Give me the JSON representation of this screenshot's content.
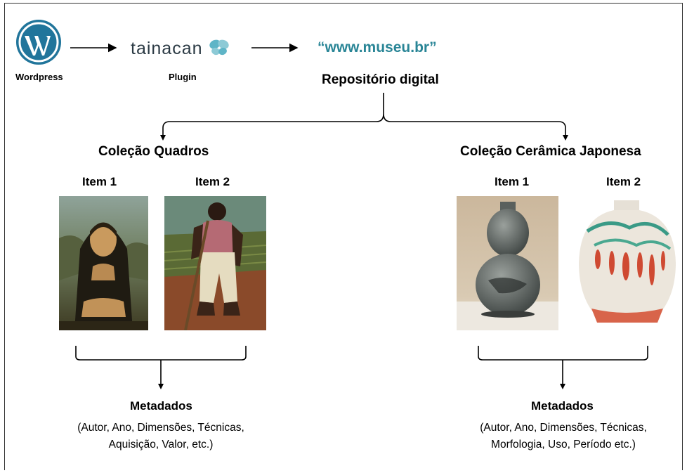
{
  "header": {
    "wordpress_label": "Wordpress",
    "plugin_label": "Plugin",
    "tainacan_logo_text": "Tainacan",
    "url_text": "“www.museu.br”",
    "repository_label": "Repositório digital"
  },
  "collections": [
    {
      "title": "Coleção Quadros",
      "items": [
        {
          "label": "Item 1"
        },
        {
          "label": "Item 2"
        }
      ],
      "metadata_title": "Metadados",
      "metadata_line1": "(Autor, Ano, Dimensões, Técnicas,",
      "metadata_line2": "Aquisição, Valor, etc.)"
    },
    {
      "title": "Coleção Cerâmica Japonesa",
      "items": [
        {
          "label": "Item 1"
        },
        {
          "label": "Item 2"
        }
      ],
      "metadata_title": "Metadados",
      "metadata_line1": "(Autor, Ano, Dimensões, Técnicas,",
      "metadata_line2": "Morfologia, Uso, Período etc.)"
    }
  ],
  "colors": {
    "wordpress_blue": "#21759b",
    "tainacan_dark": "#2b3a44",
    "tainacan_teal": "#5fb5c7",
    "url_blue": "#298596"
  },
  "icons": [
    "wordpress-logo-icon",
    "tainacan-butterfly-icon",
    "arrow-right-icon",
    "arrow-down-icon"
  ]
}
